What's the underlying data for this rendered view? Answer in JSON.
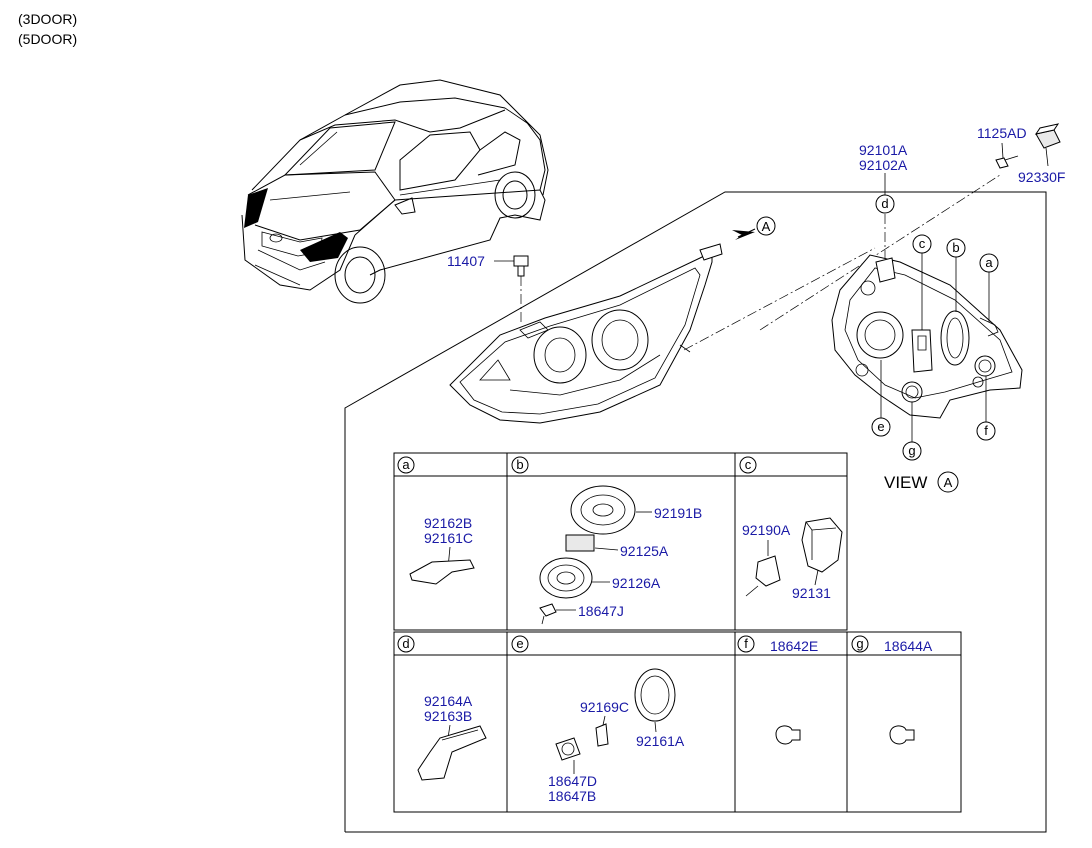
{
  "header": {
    "line1": "(3DOOR)",
    "line2": "(5DOOR)"
  },
  "view": {
    "label": "VIEW",
    "letter": "A",
    "arrow_letter": "A"
  },
  "main_parts": {
    "p92101A": "92101A",
    "p92102A": "92102A",
    "p1125AD": "1125AD",
    "p92330F": "92330F",
    "p11407": "11407"
  },
  "callouts": {
    "a": "a",
    "b": "b",
    "c": "c",
    "d": "d",
    "e": "e",
    "f": "f",
    "g": "g"
  },
  "cells": {
    "a": {
      "letter": "a",
      "parts": [
        "92162B",
        "92161C"
      ]
    },
    "b": {
      "letter": "b",
      "parts": [
        "92191B",
        "92125A",
        "92126A",
        "18647J"
      ]
    },
    "c": {
      "letter": "c",
      "parts": [
        "92190A",
        "92131"
      ]
    },
    "d": {
      "letter": "d",
      "parts": [
        "92164A",
        "92163B"
      ]
    },
    "e": {
      "letter": "e",
      "parts": [
        "92169C",
        "92161A",
        "18647D",
        "18647B"
      ]
    },
    "f": {
      "letter": "f",
      "parts": [
        "18642E"
      ]
    },
    "g": {
      "letter": "g",
      "parts": [
        "18644A"
      ]
    }
  },
  "colors": {
    "part_number": "#1a1aa6",
    "line": "#000000",
    "background": "#ffffff"
  }
}
